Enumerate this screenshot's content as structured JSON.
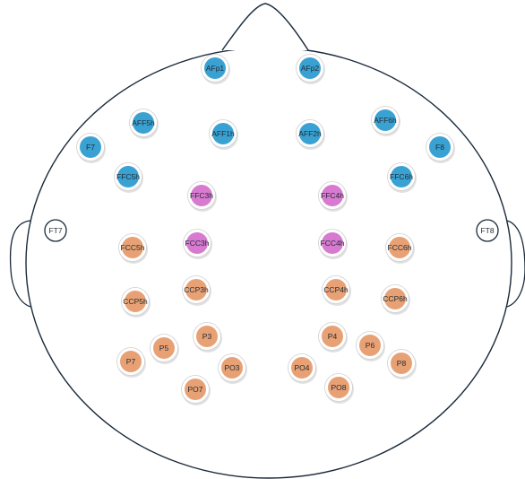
{
  "colors": {
    "blue": "#3aa2d2",
    "purple": "#d77ad0",
    "orange": "#e8a174",
    "outline": "#1a2a3a",
    "reference_fill": "#ffffff"
  },
  "electrodes": [
    {
      "label": "AFp1",
      "group": "blue"
    },
    {
      "label": "AFp2",
      "group": "blue"
    },
    {
      "label": "AFF5h",
      "group": "blue"
    },
    {
      "label": "AFF1h",
      "group": "blue"
    },
    {
      "label": "AFF2h",
      "group": "blue"
    },
    {
      "label": "AFF6h",
      "group": "blue"
    },
    {
      "label": "F7",
      "group": "blue"
    },
    {
      "label": "F8",
      "group": "blue"
    },
    {
      "label": "FFC5h",
      "group": "blue"
    },
    {
      "label": "FFC6h",
      "group": "blue"
    },
    {
      "label": "FFC3h",
      "group": "purple"
    },
    {
      "label": "FFC4h",
      "group": "purple"
    },
    {
      "label": "FT7",
      "group": "reference"
    },
    {
      "label": "FT8",
      "group": "reference"
    },
    {
      "label": "FCC5h",
      "group": "orange"
    },
    {
      "label": "FCC3h",
      "group": "purple"
    },
    {
      "label": "FCC4h",
      "group": "purple"
    },
    {
      "label": "FCC6h",
      "group": "orange"
    },
    {
      "label": "CCP5h",
      "group": "orange"
    },
    {
      "label": "CCP3h",
      "group": "orange"
    },
    {
      "label": "CCP4h",
      "group": "orange"
    },
    {
      "label": "CCP6h",
      "group": "orange"
    },
    {
      "label": "P3",
      "group": "orange"
    },
    {
      "label": "P4",
      "group": "orange"
    },
    {
      "label": "P5",
      "group": "orange"
    },
    {
      "label": "P6",
      "group": "orange"
    },
    {
      "label": "P7",
      "group": "orange"
    },
    {
      "label": "P8",
      "group": "orange"
    },
    {
      "label": "PO3",
      "group": "orange"
    },
    {
      "label": "PO4",
      "group": "orange"
    },
    {
      "label": "PO7",
      "group": "orange"
    },
    {
      "label": "PO8",
      "group": "orange"
    }
  ]
}
